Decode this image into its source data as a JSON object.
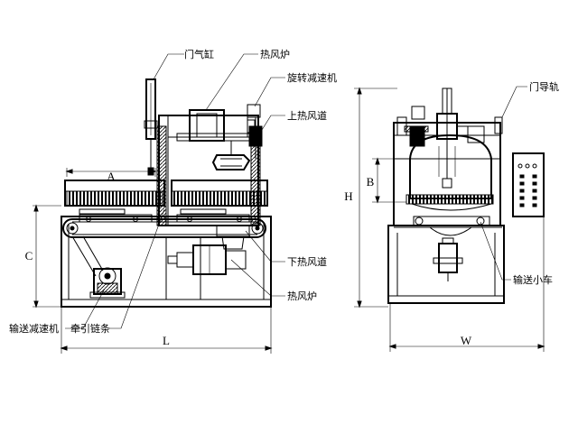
{
  "callouts": {
    "door_cylinder": "门气缸",
    "hot_air_furnace_top": "热风炉",
    "rotary_reducer": "旋转减速机",
    "upper_duct": "上热风道",
    "lower_duct": "下热风道",
    "hot_air_furnace_bottom": "热风炉",
    "conveyor_reducer": "输送减速机",
    "traction_chain": "牵引链条",
    "door_rail": "门导轨",
    "transport_cart": "输送小车"
  },
  "labels": {
    "a": "A",
    "b": "B",
    "c": "C",
    "h": "H",
    "l": "L",
    "w": "W"
  }
}
